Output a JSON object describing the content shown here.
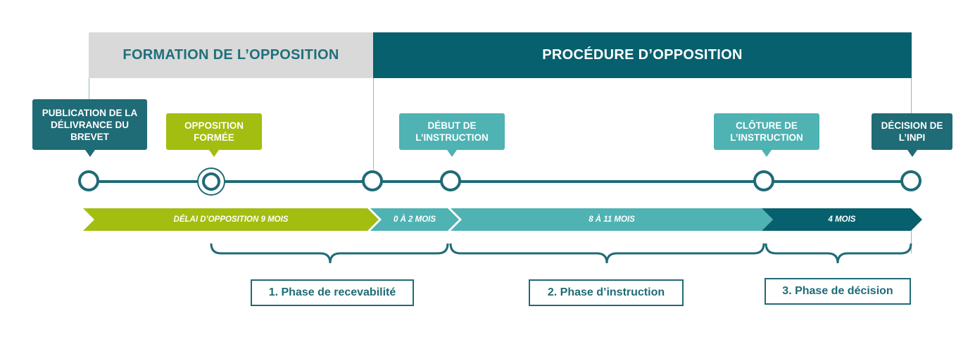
{
  "header": {
    "left": "FORMATION DE L’OPPOSITION",
    "right": "PROCÉDURE D’OPPOSITION"
  },
  "labels": {
    "publication": "PUBLICATION DE LA DÉLIVRANCE DU BREVET",
    "opposition": "OPPOSITION FORMÉE",
    "debut": "DÉBUT DE L’INSTRUCTION",
    "cloture": "CLÔTURE DE L’INSTRUCTION",
    "decision": "DÉCISION DE L’INPI"
  },
  "durations": {
    "delai": "DÉLAI D’OPPOSITION 9 MOIS",
    "zero_deux": "0 À 2 MOIS",
    "huit_onze": "8 À 11 MOIS",
    "quatre": "4 MOIS"
  },
  "phases": {
    "p1": "1. Phase de recevabilité",
    "p2": "2. Phase d’instruction",
    "p3": "3. Phase de décision"
  },
  "colors": {
    "dark_teal": "#07606d",
    "teal": "#1f6b76",
    "light_teal": "#4fb2b3",
    "green": "#a3bd10",
    "grey": "#d9d9d9"
  }
}
